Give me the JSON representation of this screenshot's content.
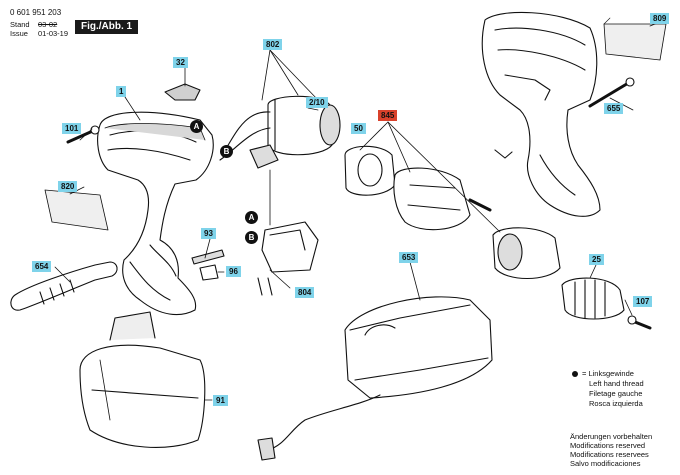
{
  "header": {
    "doc_number": "0 601 951 203",
    "stand_label": "Stand",
    "stand_value": "03-02",
    "issue_label": "Issue",
    "issue_value": "01-03-19",
    "figure_label": "Fig./Abb. 1"
  },
  "part_tags": [
    {
      "id": "1",
      "label": "1"
    },
    {
      "id": "32",
      "label": "32"
    },
    {
      "id": "802",
      "label": "802"
    },
    {
      "id": "2_10",
      "label": "2/10"
    },
    {
      "id": "101",
      "label": "101"
    },
    {
      "id": "820",
      "label": "820"
    },
    {
      "id": "93",
      "label": "93"
    },
    {
      "id": "96",
      "label": "96"
    },
    {
      "id": "804",
      "label": "804"
    },
    {
      "id": "654",
      "label": "654"
    },
    {
      "id": "91",
      "label": "91"
    },
    {
      "id": "653",
      "label": "653"
    },
    {
      "id": "50",
      "label": "50"
    },
    {
      "id": "845",
      "label": "845"
    },
    {
      "id": "25",
      "label": "25"
    },
    {
      "id": "107",
      "label": "107"
    },
    {
      "id": "809",
      "label": "809"
    },
    {
      "id": "655",
      "label": "655"
    }
  ],
  "connectors": [
    {
      "id": "A1",
      "label": "A"
    },
    {
      "id": "B1",
      "label": "B"
    },
    {
      "id": "A2",
      "label": "A"
    },
    {
      "id": "B2",
      "label": "B"
    }
  ],
  "legend": {
    "symbol_text": "= Linksgewinde",
    "lines": [
      "Left hand thread",
      "Filetage gauche",
      "Rosca izquierda"
    ]
  },
  "modifications": [
    "Änderungen vorbehalten",
    "Modifications reserved",
    "Modifications reservees",
    "Salvo modificaciones"
  ],
  "colors": {
    "tag_fill": "#7fd3ea",
    "tag_highlight": "#d9412b",
    "line": "#111111",
    "part_fill": "#ffffff",
    "part_shade": "#cfcfcf"
  }
}
